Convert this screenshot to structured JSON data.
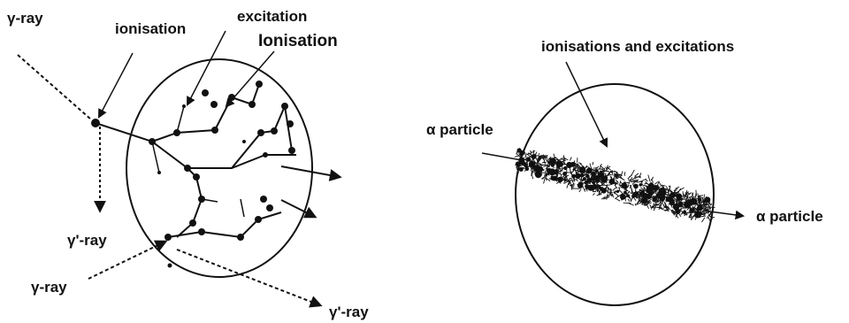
{
  "left_panel": {
    "labels": {
      "gamma_ray_in": "γ-ray",
      "ionisation": "ionisation",
      "excitation": "excitation",
      "ionisation_cap": "Ionisation",
      "gamma_prime_1": "γ'-ray",
      "gamma_ray_2": "γ-ray",
      "gamma_prime_2": "γ'-ray"
    }
  },
  "right_panel": {
    "labels": {
      "ionisations_excitations": "ionisations and excitations",
      "alpha_in": "α particle",
      "alpha_out": "α particle"
    }
  }
}
